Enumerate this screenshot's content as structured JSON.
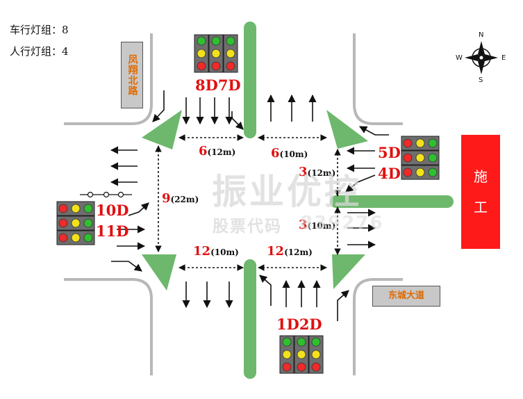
{
  "info": {
    "vehicle_groups": "车行灯组：8",
    "pedestrian_groups": "人行灯组：4"
  },
  "signs": {
    "north_road": "凤翔北路",
    "east_road": "东城大道",
    "construction_line1": "施",
    "construction_line2": "工"
  },
  "signal_groups": {
    "north": "8D7D",
    "east_upper": "5D",
    "east_lower": "4D",
    "west_upper": "10D",
    "west_lower": "11D",
    "south": "1D2D"
  },
  "crosswalks": {
    "n_left_num": "6",
    "n_left_len": "(12m)",
    "n_right_num": "6",
    "n_right_len": "(10m)",
    "e_upper_num": "3",
    "e_upper_len": "(12m)",
    "e_lower_num": "3",
    "e_lower_len": "(10m)",
    "w_num": "9",
    "w_len": "(22m)",
    "s_left_num": "12",
    "s_left_len": "(10m)",
    "s_right_num": "12",
    "s_right_len": "(12m)"
  },
  "compass": {
    "n": "N",
    "s": "S",
    "e": "E",
    "w": "W"
  },
  "watermark": {
    "main": "振业优控",
    "sub": "股票代码",
    "code": "839276"
  },
  "colors": {
    "island": "#6db86d",
    "label_red": "#e01010",
    "construction": "#ff1a1a",
    "road_sign_text": "#e06a00"
  }
}
